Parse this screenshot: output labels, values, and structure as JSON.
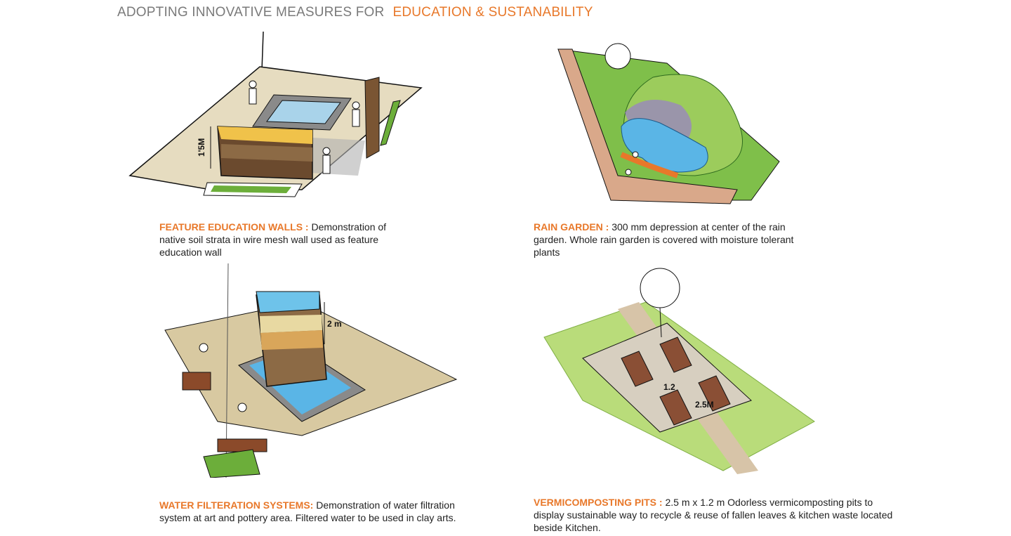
{
  "title": {
    "prefix": "ADOPTING INNOVATIVE MEASURES FOR",
    "accent": "EDUCATION & SUSTANABILITY"
  },
  "panels": [
    {
      "heading": "FEATURE EDUCATION WALLS :",
      "text": " Demonstration of native soil strata in wire mesh wall used as feature education wall",
      "dimension": "1'5M"
    },
    {
      "heading": "RAIN GARDEN :",
      "text": " 300 mm depression at center of the rain garden. Whole rain garden is covered with moisture tolerant plants"
    },
    {
      "heading": "WATER FILTERATION SYSTEMS:",
      "text": " Demonstration of water filtration system at art and pottery area. Filtered water to be used in clay arts.",
      "dimension": "2 m"
    },
    {
      "heading": "VERMICOMPOSTING PITS :",
      "text": " 2.5 m x 1.2 m Odorless vermicomposting pits to display sustainable way to recycle & reuse of fallen leaves & kitchen waste located beside Kitchen.",
      "dimension_a": "1.2",
      "dimension_b": "2.5M"
    }
  ],
  "colors": {
    "accent": "#e8782a",
    "title_gray": "#7a7a7a"
  }
}
